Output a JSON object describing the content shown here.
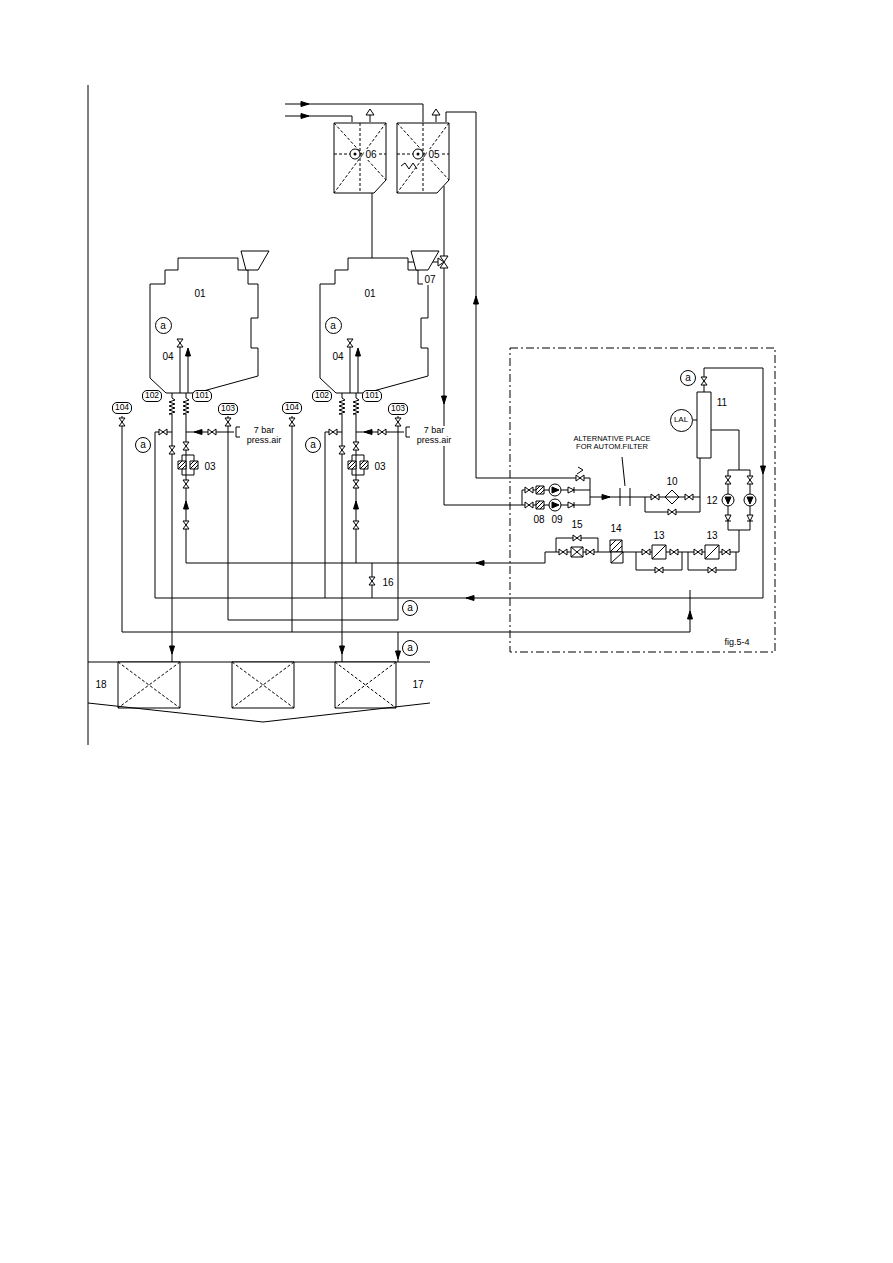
{
  "diagram": {
    "nodes": [
      {
        "text": [
          "06"
        ]
      },
      {
        "text": [
          "05"
        ]
      },
      {
        "text": [
          "01"
        ]
      },
      {
        "text": [
          "a"
        ],
        "in": 2
      },
      {
        "text": [
          "01"
        ]
      },
      {
        "text": [
          "a"
        ],
        "in": 4
      },
      {
        "text": [
          "104"
        ]
      },
      {
        "text": [
          "103"
        ]
      },
      {
        "text": [
          "102"
        ]
      },
      {
        "text": [
          "101"
        ]
      },
      {
        "text": [
          "a"
        ]
      },
      {
        "text": [
          "104"
        ]
      },
      {
        "text": [
          "103"
        ]
      },
      {
        "text": [
          "102"
        ]
      },
      {
        "text": [
          "101"
        ]
      },
      {
        "text": [
          "a"
        ]
      },
      {
        "text": [
          "a"
        ]
      },
      {
        "text": [
          "LAL"
        ]
      },
      {
        "text": [
          "a"
        ]
      },
      {
        "text": [
          "a"
        ]
      }
    ],
    "labels": [
      "04",
      "04",
      "03",
      "03",
      "7 bar press.air",
      "7 bar press.air",
      "07",
      "ALTERNATIVE PLACE FOR AUTOM.FILTER",
      "08",
      "09",
      "10",
      "11",
      "12",
      "15",
      "14",
      "13",
      "13",
      "16",
      "18",
      "17",
      "fig.5-4"
    ]
  }
}
